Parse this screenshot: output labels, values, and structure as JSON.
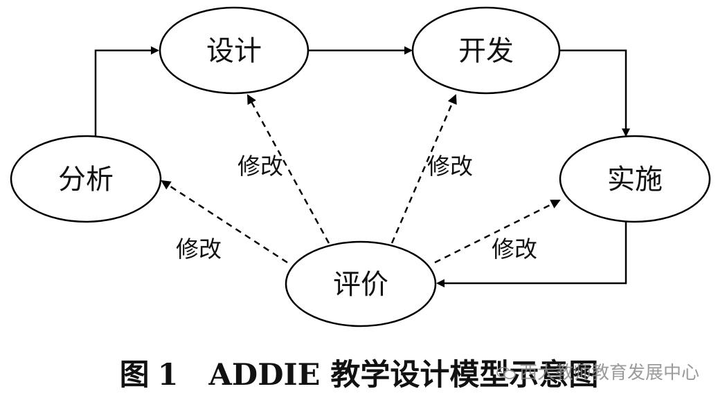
{
  "diagram": {
    "nodes": [
      {
        "id": "design",
        "label": "设计"
      },
      {
        "id": "develop",
        "label": "开发"
      },
      {
        "id": "analysis",
        "label": "分析"
      },
      {
        "id": "implement",
        "label": "实施"
      },
      {
        "id": "evaluate",
        "label": "评价"
      }
    ],
    "main_flow": [
      {
        "from": "analysis",
        "to": "design"
      },
      {
        "from": "design",
        "to": "develop"
      },
      {
        "from": "develop",
        "to": "implement"
      },
      {
        "from": "implement",
        "to": "evaluate"
      }
    ],
    "feedback": [
      {
        "from": "evaluate",
        "to": "analysis",
        "label": "修改"
      },
      {
        "from": "evaluate",
        "to": "design",
        "label": "修改"
      },
      {
        "from": "evaluate",
        "to": "develop",
        "label": "修改"
      },
      {
        "from": "evaluate",
        "to": "implement",
        "label": "修改"
      }
    ],
    "line_color": "#000000",
    "feedback_style": "dashed"
  },
  "caption": {
    "figure": "图",
    "number": "1",
    "title": "ADDIE 教学设计模型示意图"
  },
  "watermark": {
    "text": "西大教师教育发展中心",
    "icon": "wechat-icon"
  }
}
